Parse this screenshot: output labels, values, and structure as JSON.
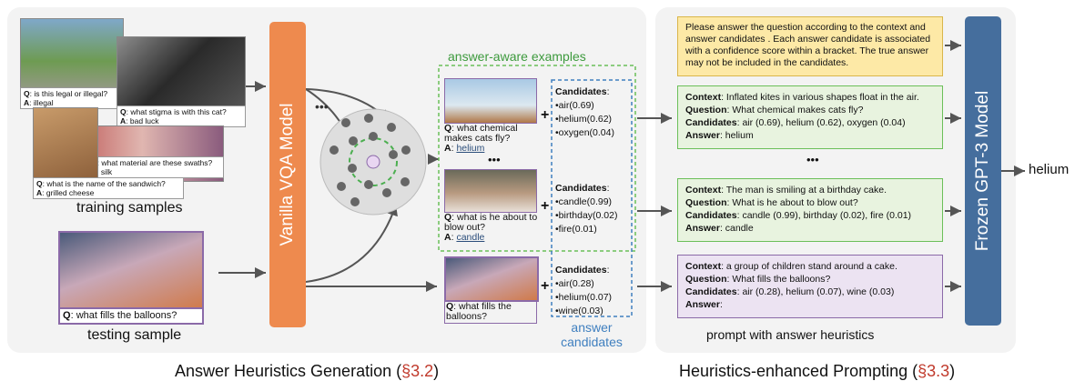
{
  "left_panel": {
    "title": "Answer Heuristics Generation (",
    "title_ref": "§3.2",
    "title_close": ")",
    "training_label": "training samples",
    "testing_label": "testing sample",
    "training_samples": [
      {
        "q": "is this legal or illegal?",
        "a": "illegal"
      },
      {
        "q": "what stigma is with this cat?",
        "a": "bad luck"
      },
      {
        "q": "what material are these swaths?",
        "a": "silk"
      },
      {
        "q": "what is the name of the sandwich?",
        "a": "grilled cheese"
      }
    ],
    "testing_sample": {
      "q": "what fills the balloons?"
    },
    "q_prefix": "Q",
    "a_prefix": "A",
    "dots": "•••"
  },
  "vqa_model": {
    "label": "Vanilla VQA Model"
  },
  "examples": {
    "header": "answer-aware examples",
    "items": [
      {
        "q": "what chemical makes cats fly?",
        "a": "helium",
        "candidates_title": "Candidates",
        "candidates": [
          "•air(0.69)",
          "•helium(0.62)",
          "•oxygen(0.04)"
        ]
      },
      {
        "q": "what is he about to blow out?",
        "a": "candle",
        "candidates_title": "Candidates",
        "candidates": [
          "•candle(0.99)",
          "•birthday(0.02)",
          "•fire(0.01)"
        ]
      }
    ],
    "dots": "•••",
    "test": {
      "q": "what fills the balloons?",
      "candidates_title": "Candidates",
      "candidates": [
        "•air(0.28)",
        "•helium(0.07)",
        "•wine(0.03)"
      ]
    },
    "answer_candidates_label_1": "answer",
    "answer_candidates_label_2": "candidates",
    "plus": "+"
  },
  "right_panel": {
    "title": "Heuristics-enhanced Prompting (",
    "title_ref": "§3.3",
    "title_close": ")",
    "instruction": "Please answer the question according to the context and answer candidates . Each answer candidate is associated with a confidence score within a bracket. The true answer may not be included in the candidates.",
    "prompt_label": "prompt with answer heuristics",
    "dots": "•••",
    "context_key": "Context",
    "question_key": "Question",
    "candidates_key": "Candidates",
    "answer_key": "Answer",
    "blocks": [
      {
        "context": ": Inflated kites in various shapes float in the air.",
        "question": ": What chemical makes cats fly?",
        "candidates": ": air (0.69), helium (0.62), oxygen (0.04)",
        "answer": ": helium"
      },
      {
        "context": ": The man is smiling at a birthday cake.",
        "question": ": What is he about to blow out?",
        "candidates": ": candle (0.99), birthday (0.02), fire (0.01)",
        "answer": ": candle"
      },
      {
        "context": ": a group of children stand around a cake.",
        "question": ": What fills the balloons?",
        "candidates": ": air (0.28), helium (0.07), wine (0.03)",
        "answer": ":"
      }
    ]
  },
  "gpt_model": {
    "label": "Frozen GPT-3 Model"
  },
  "output": {
    "answer": "helium"
  },
  "colors": {
    "vqa": "#ee8a4e",
    "gpt": "#456e9d",
    "ref": "#c0392b",
    "green": "#6bbf59",
    "blue": "#3f7fbf",
    "purple": "#8b6aa8",
    "instruction_bg": "#fde9a6",
    "example_bg": "#e8f3df",
    "test_bg": "#ece3f2"
  }
}
